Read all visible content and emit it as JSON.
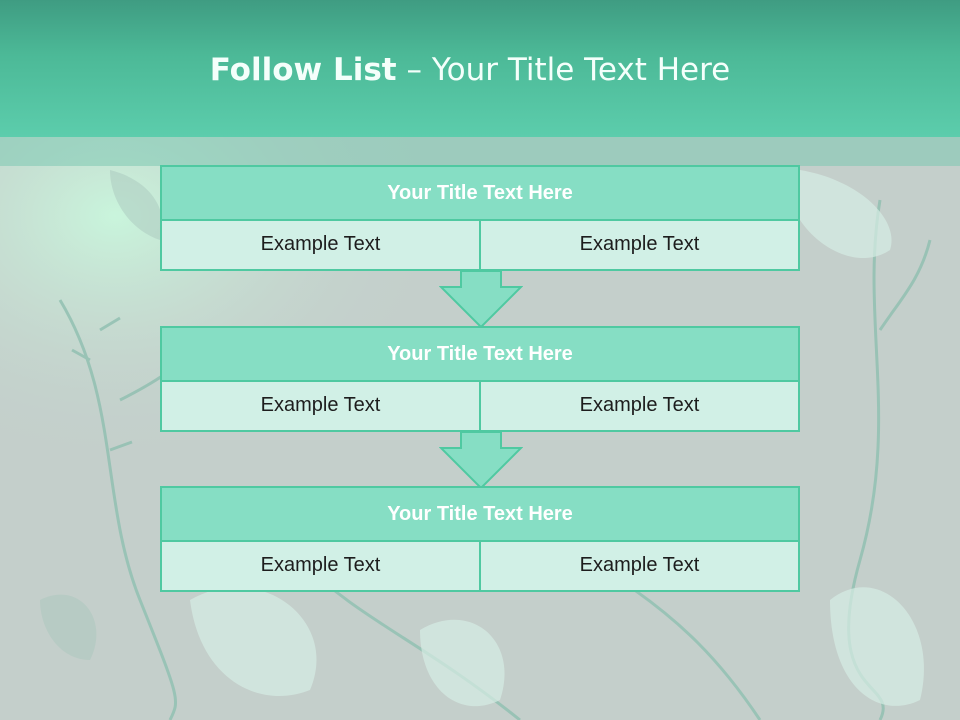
{
  "colors": {
    "header_top": "#3f9c82",
    "header_bottom": "#5ccdac",
    "box_title": "#86dec4",
    "box_cell": "#d1f0e6",
    "border": "#4fc9a1",
    "background": "#c4cfcb"
  },
  "slide": {
    "title_bold": "Follow List",
    "title_rest": " – Your Title Text Here"
  },
  "steps": [
    {
      "title": "Your Title Text Here",
      "left": "Example Text",
      "right": "Example Text"
    },
    {
      "title": "Your Title Text Here",
      "left": "Example Text",
      "right": "Example Text"
    },
    {
      "title": "Your Title Text Here",
      "left": "Example Text",
      "right": "Example Text"
    }
  ]
}
